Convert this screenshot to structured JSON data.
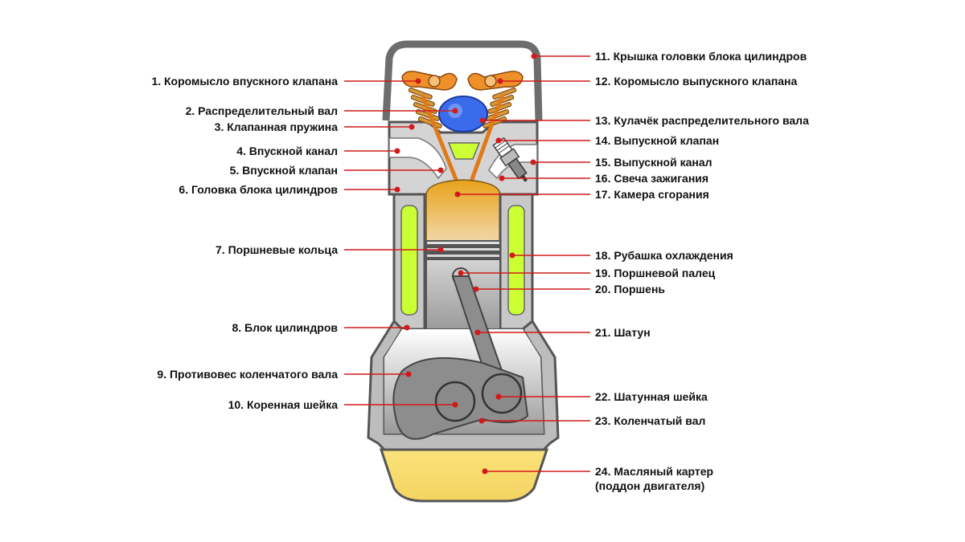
{
  "labels_left": [
    {
      "id": 1,
      "text": "1. Коромысло впускного клапана"
    },
    {
      "id": 2,
      "text": "2. Распределительный вал"
    },
    {
      "id": 3,
      "text": "3. Клапанная пружина"
    },
    {
      "id": 4,
      "text": "4. Впускной канал"
    },
    {
      "id": 5,
      "text": "5. Впускной клапан"
    },
    {
      "id": 6,
      "text": "6. Головка блока цилиндров"
    },
    {
      "id": 7,
      "text": "7. Поршневые кольца"
    },
    {
      "id": 8,
      "text": "8. Блок цилиндров"
    },
    {
      "id": 9,
      "text": "9. Противовес коленчатого вала"
    },
    {
      "id": 10,
      "text": "10. Коренная шейка"
    }
  ],
  "labels_right": [
    {
      "id": 11,
      "text": "11. Крышка головки блока цилиндров"
    },
    {
      "id": 12,
      "text": "12. Коромысло выпускного клапана"
    },
    {
      "id": 13,
      "text": "13. Кулачёк распределительного вала"
    },
    {
      "id": 14,
      "text": "14. Выпускной клапан"
    },
    {
      "id": 15,
      "text": "15. Выпускной канал"
    },
    {
      "id": 16,
      "text": "16. Свеча зажигания"
    },
    {
      "id": 17,
      "text": "17. Камера сгорания"
    },
    {
      "id": 18,
      "text": "18. Рубашка охлаждения"
    },
    {
      "id": 19,
      "text": "19. Поршневой палец"
    },
    {
      "id": 20,
      "text": "20. Поршень"
    },
    {
      "id": 21,
      "text": "21. Шатун"
    },
    {
      "id": 22,
      "text": "22. Шатунная шейка"
    },
    {
      "id": 23,
      "text": "23. Коленчатый вал"
    },
    {
      "id": 24,
      "text": "24. Масляный картер",
      "text2": "(поддон двигателя)"
    }
  ],
  "colors": {
    "leader": "#d11a1a",
    "outline": "#555555",
    "metal": "#cfcfcf",
    "coolant": "#ccff33",
    "rocker": "#f0902a",
    "spring": "#c8862a",
    "cam": "#2f5fe0",
    "combustion": "#e6a020",
    "oil": "#f8dd6a"
  }
}
